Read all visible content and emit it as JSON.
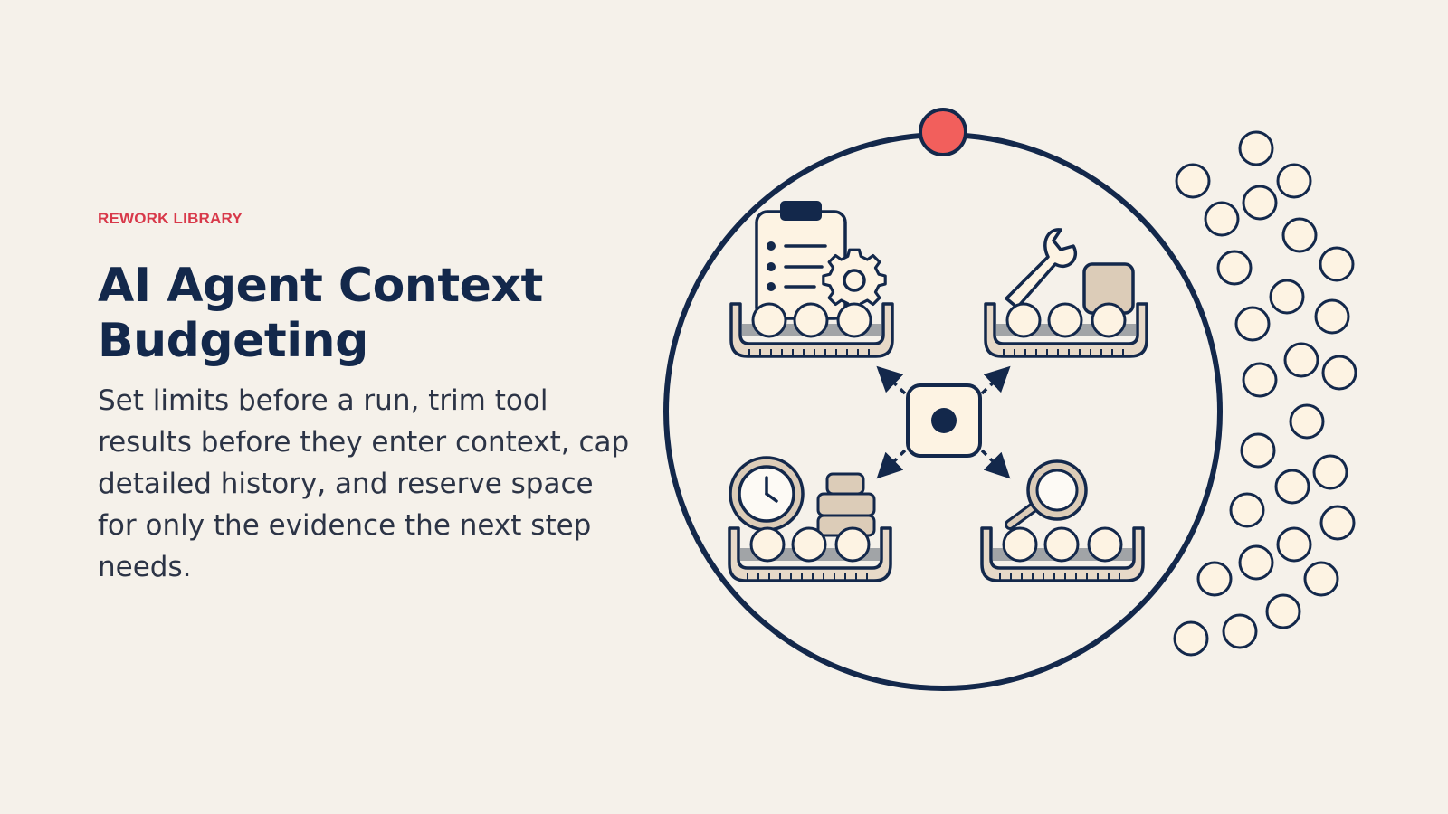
{
  "eyebrow": "REWORK LIBRARY",
  "title": "AI Agent Context Budgeting",
  "subtitle": "Set limits before a run, trim tool results before they enter context, cap detailed history, and reserve space for only the evidence the next step needs.",
  "colors": {
    "background": "#f5f1ea",
    "navy": "#13284b",
    "accent_red": "#f25f5c",
    "eyebrow_red": "#d8394a",
    "token_fill": "#fdf3e3",
    "tray_fill": "#e7d9c8",
    "tray_shadow": "#4a5560"
  },
  "icons": [
    "checklist-gear-icon",
    "wrench-icon",
    "clock-icon",
    "magnifier-icon",
    "central-hub-icon"
  ]
}
